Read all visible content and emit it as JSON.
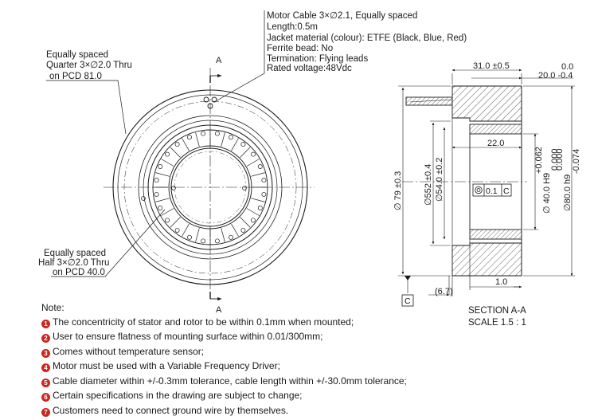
{
  "motor_spec": [
    "Motor Cable 3×∅2.1, Equally spaced",
    "Length:0.5m",
    "Jacket material (colour): ETFE (Black, Blue, Red)",
    "Ferrite bead: No",
    "Termination: Flying leads",
    "Rated voltage:48Vdc"
  ],
  "callout_quarter": [
    "Equally spaced",
    "Quarter  3×∅2.0 Thru",
    "on PCD 81.0"
  ],
  "callout_half": [
    "Equally spaced",
    "Half 3×∅2.0 Thru",
    "on PCD 40.0"
  ],
  "section_mark": "A",
  "dims": {
    "width_31": "31.0 ±0.5",
    "tol_upper_0": "0.0",
    "dim_20": "20.0 -0.4",
    "dim_22": "22.0",
    "dia_79": "∅ 79 ±0.3",
    "dia_552": "∅552 ±0.4",
    "dia_54": "∅54.0 ±0.2",
    "bore_tol_upper": "+0.062",
    "bore_dia": "∅ 40.0 H9",
    "bore_tol_lower": "0.000",
    "od_tol_upper": "0.000",
    "od_dia": "∅80.0 h9",
    "od_tol_lower": "-0.074",
    "dim_67": "(6.7)",
    "dim_10": "1.0",
    "concentricity_tol": "0.1",
    "datum": "C"
  },
  "section_label": "SECTION A-A",
  "scale_label": "SCALE 1.5 : 1",
  "notes_title": "Note:",
  "notes": [
    "The concentricity of stator and rotor to be within 0.1mm when mounted;",
    "User to ensure flatness of mounting surface within 0.01/300mm;",
    "Comes without temperature sensor;",
    "Motor must be used with a Variable Frequency Driver;",
    "Cable diameter within +/-0.3mm tolerance, cable length within +/-30.0mm tolerance;",
    "Certain specifications in the drawing are subject to change;",
    "Customers need to connect ground wire by themselves."
  ],
  "note_marker_color": "#c8281e"
}
